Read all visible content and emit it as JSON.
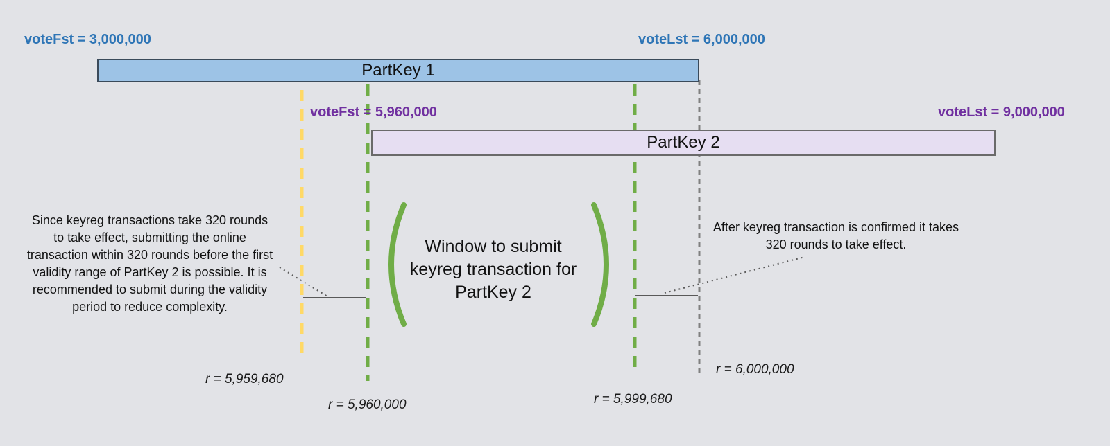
{
  "partkey1": {
    "votefst": "voteFst = 3,000,000",
    "votelst": "voteLst = 6,000,000",
    "title": "PartKey 1"
  },
  "partkey2": {
    "votefst": "voteFst = 5,960,000",
    "votelst": "voteLst = 9,000,000",
    "title": "PartKey 2"
  },
  "window": {
    "line1": "Window to submit",
    "line2": "keyreg transaction for",
    "line3": "PartKey 2"
  },
  "notes": {
    "left": "Since keyreg transactions take 320 rounds to take effect, submitting the online transaction within 320 rounds before the first validity range of PartKey 2 is possible. It is recommended to submit during the validity period to reduce complexity.",
    "right": "After keyreg transaction is confirmed it takes 320 rounds to take effect."
  },
  "rounds": {
    "r1": "r = 5,959,680",
    "r2": "r = 5,960,000",
    "r3": "r = 5,999,680",
    "r4": "r = 6,000,000"
  },
  "colors": {
    "background": "#e2e3e7",
    "blue_text": "#2e75b6",
    "purple_text": "#7030a0",
    "partkey1_fill": "#9dc3e6",
    "partkey1_border": "#3a4a5a",
    "partkey2_fill": "#e6def2",
    "partkey2_border": "#6a6a6a",
    "yellow_dash": "#ffd966",
    "green_dash": "#70ad47",
    "gray_dash": "#808080"
  }
}
